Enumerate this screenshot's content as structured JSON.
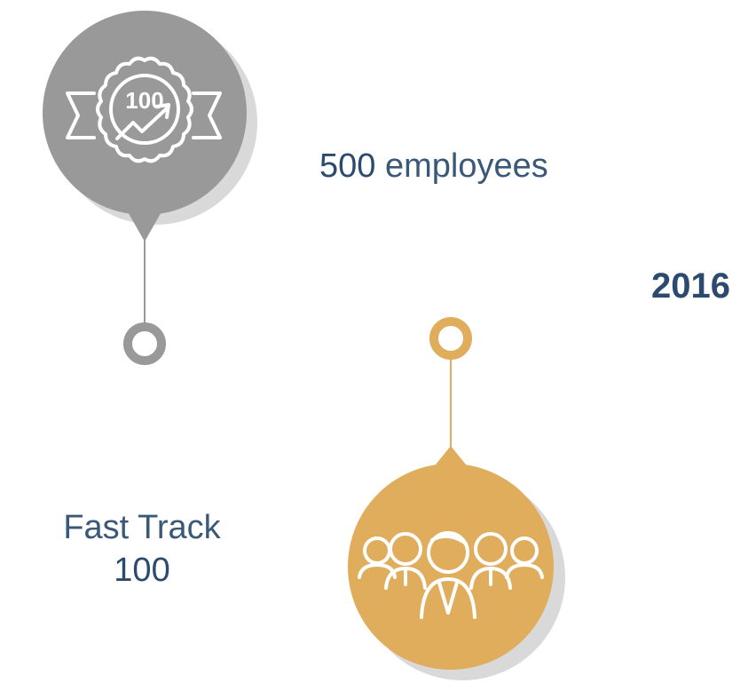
{
  "milestone_left": {
    "icon": "award-seal-100-growth-icon",
    "icon_text": "100",
    "color": "#999999"
  },
  "milestone_right": {
    "icon": "team-people-icon",
    "color": "#e0ad5c"
  },
  "employees": {
    "number": "500",
    "word": "employees"
  },
  "year": "2016",
  "fasttrack": {
    "line1": "Fast Track",
    "line2": "100"
  }
}
